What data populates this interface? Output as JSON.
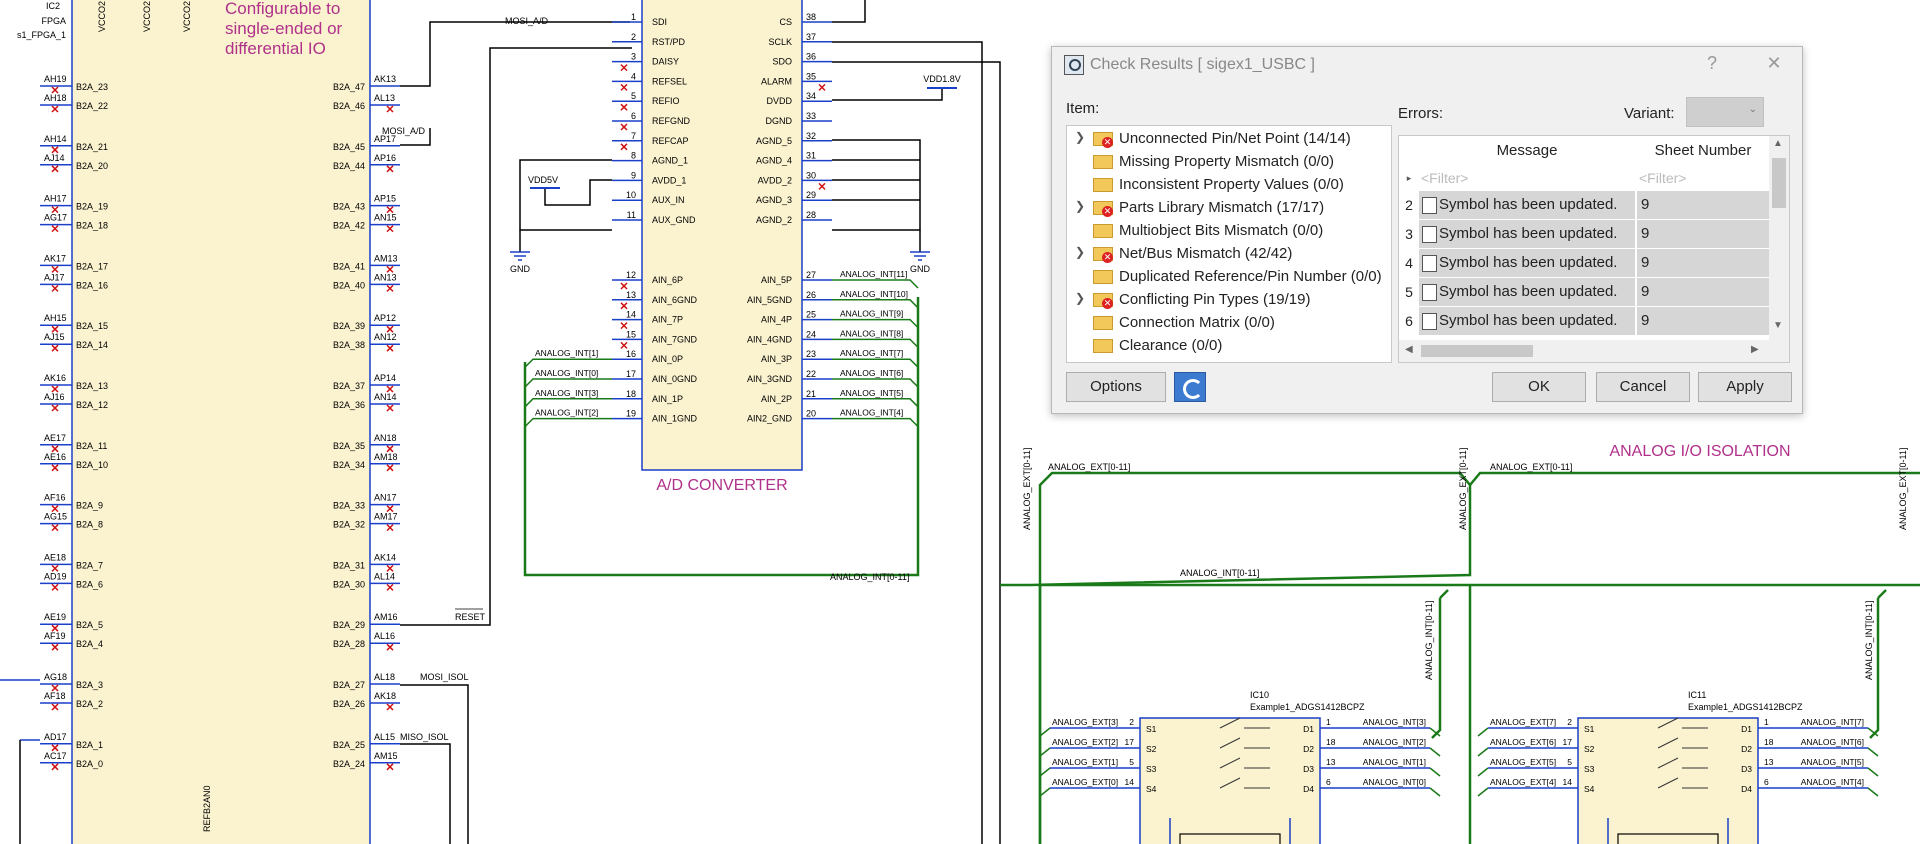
{
  "schematic": {
    "ic2": {
      "ref": "IC2",
      "type": "FPGA",
      "name": "s1_FPGA_1",
      "vcc_labels": [
        "VCCO2",
        "VCCO2",
        "VCCO2"
      ],
      "bottom_label": "REFB2AN0"
    },
    "note": [
      "Configurable to",
      "single-ended or",
      "differential IO"
    ],
    "fpga_left_pins": [
      {
        "pin": "AH19",
        "name": "B2A_23"
      },
      {
        "pin": "AH18",
        "name": "B2A_22"
      },
      {
        "pin": "AH14",
        "name": "B2A_21"
      },
      {
        "pin": "AJ14",
        "name": "B2A_20"
      },
      {
        "pin": "AH17",
        "name": "B2A_19"
      },
      {
        "pin": "AG17",
        "name": "B2A_18"
      },
      {
        "pin": "AK17",
        "name": "B2A_17"
      },
      {
        "pin": "AJ17",
        "name": "B2A_16"
      },
      {
        "pin": "AH15",
        "name": "B2A_15"
      },
      {
        "pin": "AJ15",
        "name": "B2A_14"
      },
      {
        "pin": "AK16",
        "name": "B2A_13"
      },
      {
        "pin": "AJ16",
        "name": "B2A_12"
      },
      {
        "pin": "AE17",
        "name": "B2A_11"
      },
      {
        "pin": "AE16",
        "name": "B2A_10"
      },
      {
        "pin": "AF16",
        "name": "B2A_9"
      },
      {
        "pin": "AG15",
        "name": "B2A_8"
      },
      {
        "pin": "AE18",
        "name": "B2A_7"
      },
      {
        "pin": "AD19",
        "name": "B2A_6"
      },
      {
        "pin": "AE19",
        "name": "B2A_5"
      },
      {
        "pin": "AF19",
        "name": "B2A_4"
      },
      {
        "pin": "AG18",
        "name": "B2A_3"
      },
      {
        "pin": "AF18",
        "name": "B2A_2"
      },
      {
        "pin": "AD17",
        "name": "B2A_1"
      },
      {
        "pin": "AC17",
        "name": "B2A_0"
      }
    ],
    "fpga_right_pins": [
      {
        "pin": "AK13",
        "name": "B2A_47"
      },
      {
        "pin": "AL13",
        "name": "B2A_46"
      },
      {
        "pin": "AP17",
        "name": "B2A_45"
      },
      {
        "pin": "AP16",
        "name": "B2A_44"
      },
      {
        "pin": "AP15",
        "name": "B2A_43"
      },
      {
        "pin": "AN15",
        "name": "B2A_42"
      },
      {
        "pin": "AM13",
        "name": "B2A_41"
      },
      {
        "pin": "AN13",
        "name": "B2A_40"
      },
      {
        "pin": "AP12",
        "name": "B2A_39"
      },
      {
        "pin": "AN12",
        "name": "B2A_38"
      },
      {
        "pin": "AP14",
        "name": "B2A_37"
      },
      {
        "pin": "AN14",
        "name": "B2A_36"
      },
      {
        "pin": "AN18",
        "name": "B2A_35"
      },
      {
        "pin": "AM18",
        "name": "B2A_34"
      },
      {
        "pin": "AN17",
        "name": "B2A_33"
      },
      {
        "pin": "AM17",
        "name": "B2A_32"
      },
      {
        "pin": "AK14",
        "name": "B2A_31"
      },
      {
        "pin": "AL14",
        "name": "B2A_30"
      },
      {
        "pin": "AM16",
        "name": "B2A_29"
      },
      {
        "pin": "AL16",
        "name": "B2A_28"
      },
      {
        "pin": "AL18",
        "name": "B2A_27"
      },
      {
        "pin": "AK18",
        "name": "B2A_26"
      },
      {
        "pin": "AL15",
        "name": "B2A_25"
      },
      {
        "pin": "AM15",
        "name": "B2A_24"
      }
    ],
    "fpga_net_labels": {
      "mosi_ad_top": "MOSI_A/D",
      "mosi_ad": "MOSI_A/D",
      "reset": "RESET",
      "mosi_isol": "MOSI_ISOL",
      "miso_isol": "MISO_ISOL"
    },
    "adc": {
      "title": "A/D CONVERTER",
      "left_pins": [
        {
          "num": "1",
          "name": "SDI"
        },
        {
          "num": "2",
          "name": "RST/PD"
        },
        {
          "num": "3",
          "name": "DAISY"
        },
        {
          "num": "4",
          "name": "REFSEL"
        },
        {
          "num": "5",
          "name": "REFIO"
        },
        {
          "num": "6",
          "name": "REFGND"
        },
        {
          "num": "7",
          "name": "REFCAP"
        },
        {
          "num": "8",
          "name": "AGND_1"
        },
        {
          "num": "9",
          "name": "AVDD_1"
        },
        {
          "num": "10",
          "name": "AUX_IN"
        },
        {
          "num": "11",
          "name": "AUX_GND"
        },
        {
          "num": "12",
          "name": "AIN_6P"
        },
        {
          "num": "13",
          "name": "AIN_6GND"
        },
        {
          "num": "14",
          "name": "AIN_7P"
        },
        {
          "num": "15",
          "name": "AIN_7GND"
        },
        {
          "num": "16",
          "name": "AIN_0P"
        },
        {
          "num": "17",
          "name": "AIN_0GND"
        },
        {
          "num": "18",
          "name": "AIN_1P"
        },
        {
          "num": "19",
          "name": "AIN_1GND"
        }
      ],
      "right_pins": [
        {
          "num": "38",
          "name": "CS"
        },
        {
          "num": "37",
          "name": "SCLK"
        },
        {
          "num": "36",
          "name": "SDO"
        },
        {
          "num": "35",
          "name": "ALARM"
        },
        {
          "num": "34",
          "name": "DVDD"
        },
        {
          "num": "33",
          "name": "DGND"
        },
        {
          "num": "32",
          "name": "AGND_5"
        },
        {
          "num": "31",
          "name": "AGND_4"
        },
        {
          "num": "30",
          "name": "AVDD_2"
        },
        {
          "num": "29",
          "name": "AGND_3"
        },
        {
          "num": "28",
          "name": "AGND_2"
        },
        {
          "num": "27",
          "name": "AIN_5P"
        },
        {
          "num": "26",
          "name": "AIN_5GND"
        },
        {
          "num": "25",
          "name": "AIN_4P"
        },
        {
          "num": "24",
          "name": "AIN_4GND"
        },
        {
          "num": "23",
          "name": "AIN_3P"
        },
        {
          "num": "22",
          "name": "AIN_3GND"
        },
        {
          "num": "21",
          "name": "AIN_2P"
        },
        {
          "num": "20",
          "name": "AIN2_GND"
        }
      ],
      "left_nets": [
        "ANALOG_INT[1]",
        "ANALOG_INT[0]",
        "ANALOG_INT[3]",
        "ANALOG_INT[2]"
      ],
      "right_nets": [
        "ANALOG_INT[11]",
        "ANALOG_INT[10]",
        "ANALOG_INT[9]",
        "ANALOG_INT[8]",
        "ANALOG_INT[7]",
        "ANALOG_INT[6]",
        "ANALOG_INT[5]",
        "ANALOG_INT[4]"
      ],
      "bus_label": "ANALOG_INT[0-11]",
      "power": {
        "vdd5v": "VDD5V",
        "vdd18": "VDD1.8V",
        "gnd": "GND"
      }
    },
    "isolation": {
      "title": "ANALOG I/O ISOLATION",
      "ext_bus": "ANALOG_EXT[0-11]",
      "int_bus": "ANALOG_INT[0-11]",
      "ic10": {
        "ref": "IC10",
        "part": "Example1_ADGS1412BCPZ",
        "left": [
          {
            "net": "ANALOG_EXT[3]",
            "num": "2",
            "pin": "S1"
          },
          {
            "net": "ANALOG_EXT[2]",
            "num": "17",
            "pin": "S2"
          },
          {
            "net": "ANALOG_EXT[1]",
            "num": "5",
            "pin": "S3"
          },
          {
            "net": "ANALOG_EXT[0]",
            "num": "14",
            "pin": "S4"
          }
        ],
        "right": [
          {
            "pin": "D1",
            "num": "1",
            "net": "ANALOG_INT[3]"
          },
          {
            "pin": "D2",
            "num": "18",
            "net": "ANALOG_INT[2]"
          },
          {
            "pin": "D3",
            "num": "13",
            "net": "ANALOG_INT[1]"
          },
          {
            "pin": "D4",
            "num": "6",
            "net": "ANALOG_INT[0]"
          }
        ]
      },
      "ic11": {
        "ref": "IC11",
        "part": "Example1_ADGS1412BCPZ",
        "left": [
          {
            "net": "ANALOG_EXT[7]",
            "num": "2",
            "pin": "S1"
          },
          {
            "net": "ANALOG_EXT[6]",
            "num": "17",
            "pin": "S2"
          },
          {
            "net": "ANALOG_EXT[5]",
            "num": "5",
            "pin": "S3"
          },
          {
            "net": "ANALOG_EXT[4]",
            "num": "14",
            "pin": "S4"
          }
        ],
        "right": [
          {
            "pin": "D1",
            "num": "1",
            "net": "ANALOG_INT[7]"
          },
          {
            "pin": "D2",
            "num": "18",
            "net": "ANALOG_INT[6]"
          },
          {
            "pin": "D3",
            "num": "13",
            "net": "ANALOG_INT[5]"
          },
          {
            "pin": "D4",
            "num": "6",
            "net": "ANALOG_INT[4]"
          }
        ]
      },
      "sdo_label": "SDO"
    },
    "colors": {
      "wire": "#000000",
      "bus": "#1a7a1a",
      "pin": "#1a3fc8",
      "body": "#fbf3d0",
      "title": "#b0308a",
      "err": "#d01010"
    }
  },
  "dialog": {
    "title": "Check Results [ sigex1_USBC ]",
    "help": "?",
    "close": "✕",
    "item_label": "Item:",
    "errors_label": "Errors:",
    "variant_label": "Variant:",
    "variant_value": "",
    "tree": [
      {
        "label": "Unconnected Pin/Net Point (14/14)",
        "expandable": true,
        "error": true
      },
      {
        "label": "Missing Property Mismatch (0/0)",
        "expandable": false,
        "error": false
      },
      {
        "label": "Inconsistent Property Values (0/0)",
        "expandable": false,
        "error": false
      },
      {
        "label": "Parts Library Mismatch (17/17)",
        "expandable": true,
        "error": true
      },
      {
        "label": "Multiobject Bits Mismatch (0/0)",
        "expandable": false,
        "error": false
      },
      {
        "label": "Net/Bus Mismatch (42/42)",
        "expandable": true,
        "error": true
      },
      {
        "label": "Duplicated Reference/Pin Number (0/0)",
        "expandable": false,
        "error": false
      },
      {
        "label": "Conflicting Pin Types (19/19)",
        "expandable": true,
        "error": true
      },
      {
        "label": "Connection Matrix (0/0)",
        "expandable": false,
        "error": false
      },
      {
        "label": "Clearance (0/0)",
        "expandable": false,
        "error": false
      }
    ],
    "grid": {
      "headers": [
        "Message",
        "Sheet Number"
      ],
      "filter": "<Filter>",
      "rows": [
        {
          "n": "2",
          "message": "Symbol has been updated.",
          "sheet": "9"
        },
        {
          "n": "3",
          "message": "Symbol has been updated.",
          "sheet": "9"
        },
        {
          "n": "4",
          "message": "Symbol has been updated.",
          "sheet": "9"
        },
        {
          "n": "5",
          "message": "Symbol has been updated.",
          "sheet": "9"
        },
        {
          "n": "6",
          "message": "Symbol has been updated.",
          "sheet": "9"
        }
      ]
    },
    "buttons": {
      "options": "Options",
      "ok": "OK",
      "cancel": "Cancel",
      "apply": "Apply"
    }
  }
}
